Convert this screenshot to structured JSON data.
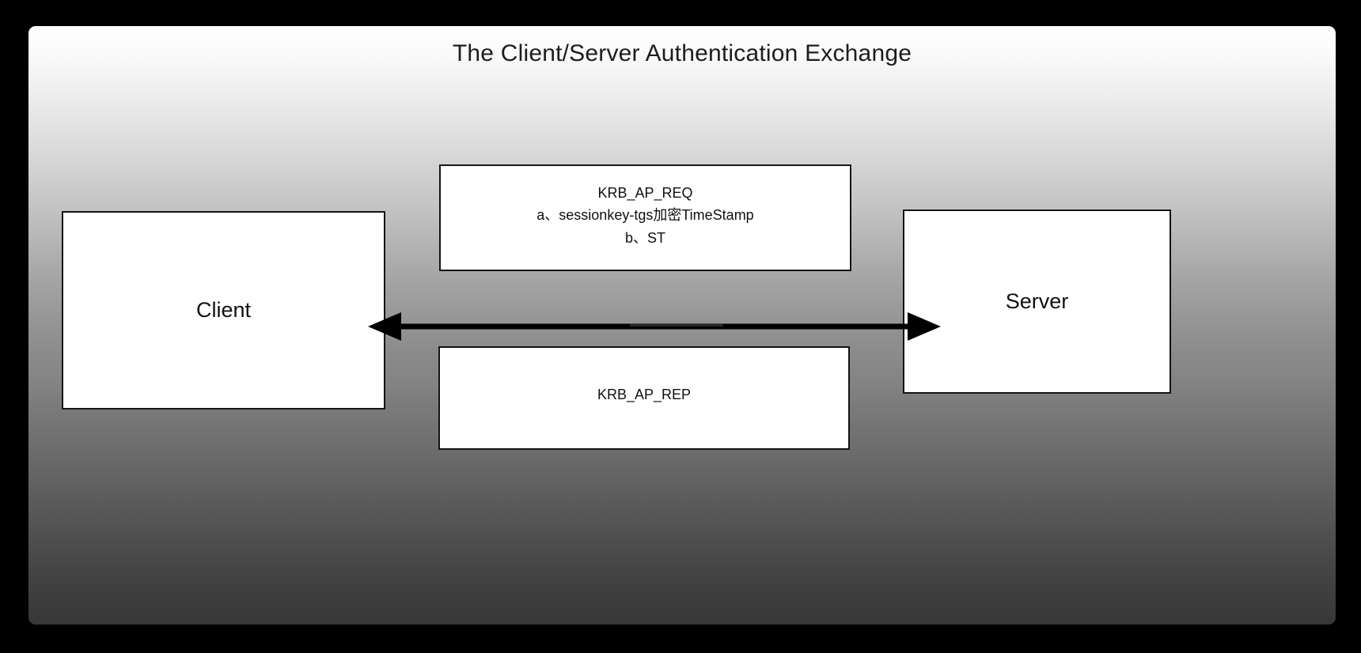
{
  "diagram": {
    "title": "The Client/Server Authentication Exchange",
    "background_color": "#000000",
    "canvas_gradient_from": "#ffffff",
    "canvas_gradient_to": "#383838",
    "box_fill": "#ffffff",
    "box_border": "#141414",
    "text_color": "#111111",
    "nodes": [
      {
        "id": "client",
        "label": "Client"
      },
      {
        "id": "server",
        "label": "Server"
      }
    ],
    "messages": [
      {
        "id": "krb-ap-req",
        "position": "above-arrow",
        "lines": [
          "KRB_AP_REQ",
          "a、sessionkey-tgs加密TimeStamp",
          "b、ST"
        ]
      },
      {
        "id": "krb-ap-rep",
        "position": "below-arrow",
        "lines": [
          "KRB_AP_REP"
        ]
      }
    ],
    "connector": {
      "id": "client-server-connector",
      "type": "double-headed-arrow",
      "from": "client",
      "to": "server",
      "color": "#000000"
    }
  }
}
